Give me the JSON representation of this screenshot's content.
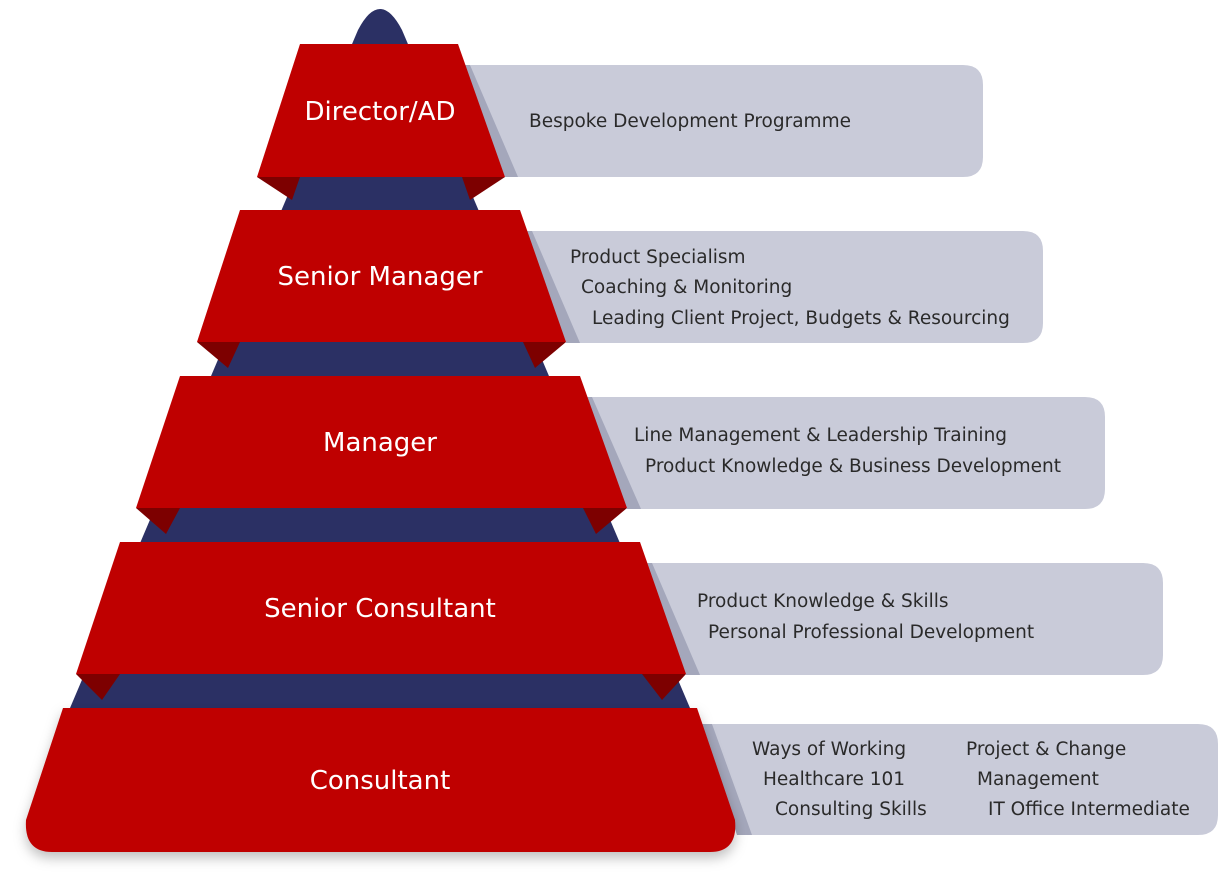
{
  "colors": {
    "tier": "#bf0000",
    "tier_fold": "#7d0000",
    "spine": "#2b3064",
    "panel": "#c9cbd9",
    "panel_edge": "#a4a7bb"
  },
  "levels": [
    {
      "title": "Director/AD",
      "lines": [
        "Bespoke Development Programme"
      ]
    },
    {
      "title": "Senior Manager",
      "lines": [
        "Product Specialism",
        "Coaching & Monitoring",
        "Leading Client Project, Budgets & Resourcing"
      ]
    },
    {
      "title": "Manager",
      "lines": [
        "Line Management & Leadership Training",
        "Product Knowledge & Business Development"
      ]
    },
    {
      "title": "Senior Consultant",
      "lines": [
        "Product Knowledge & Skills",
        "Personal Professional Development"
      ]
    },
    {
      "title": "Consultant",
      "lines": [
        "Ways of Working",
        "Healthcare 101",
        "Consulting Skills"
      ],
      "lines_right": [
        "Project & Change",
        "Management",
        "IT Office Intermediate"
      ]
    }
  ]
}
